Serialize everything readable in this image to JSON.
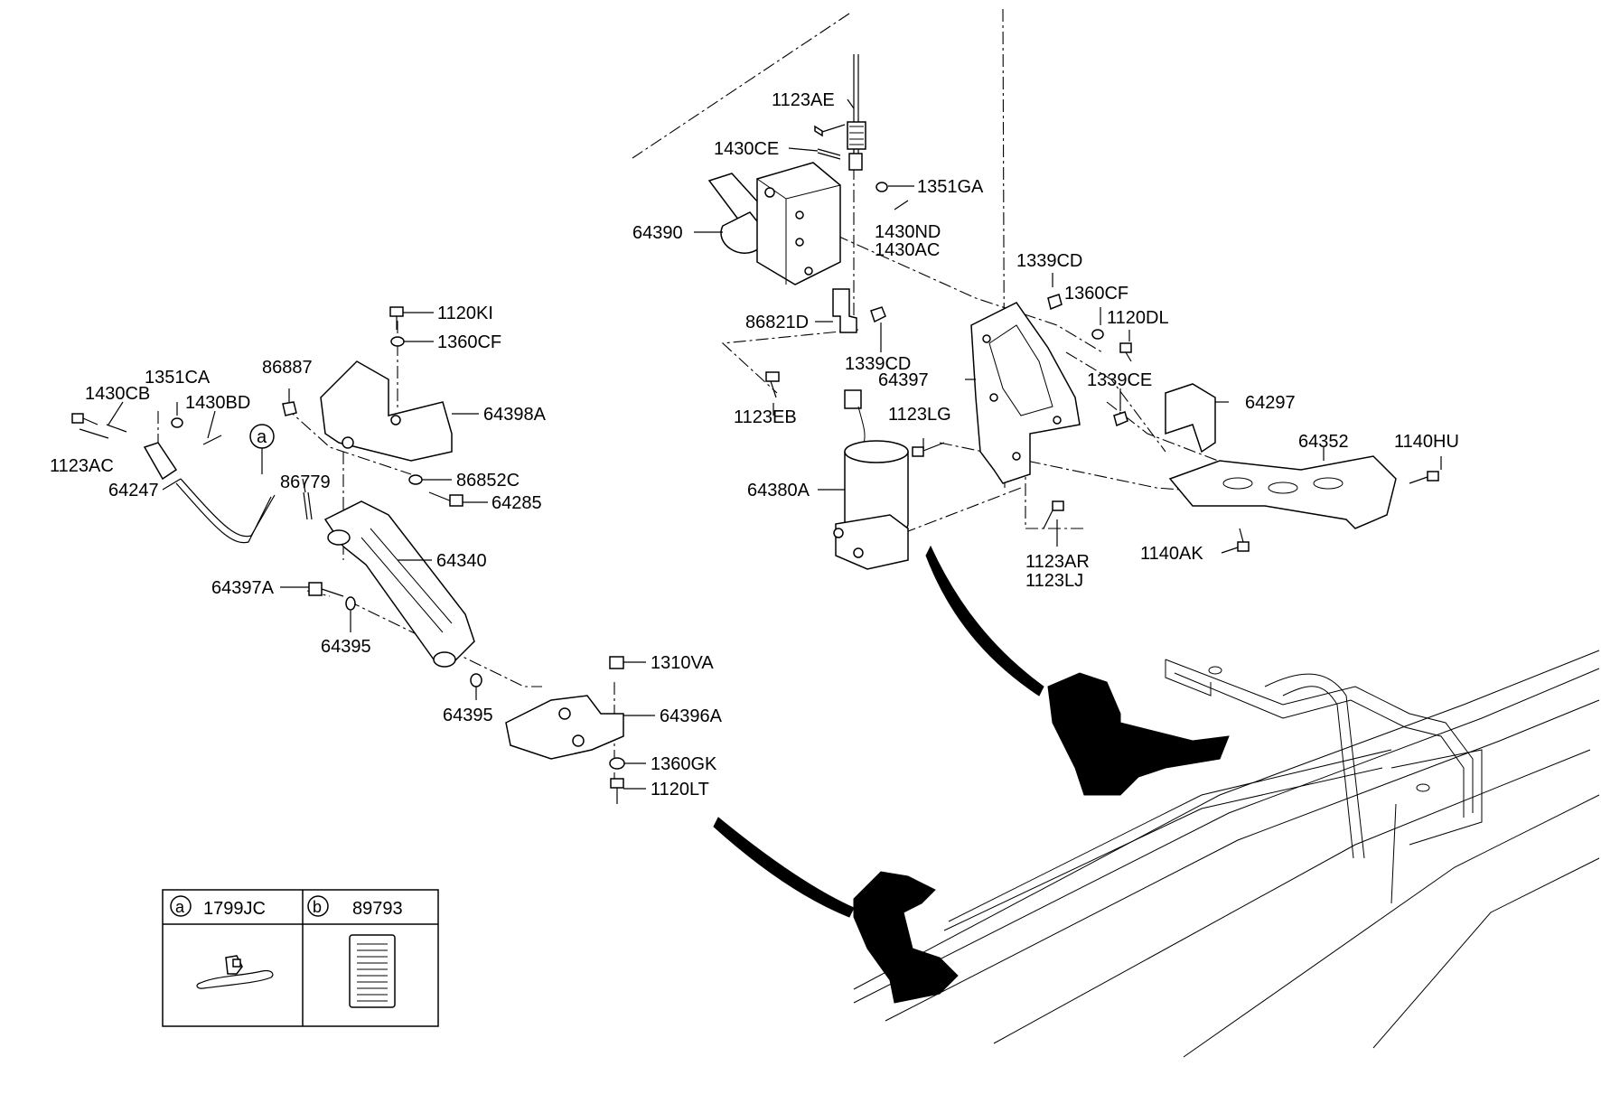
{
  "part_labels": [
    "1123AE",
    "1430CE",
    "1351GA",
    "1430ND",
    "1430AC",
    "64390",
    "1339CD",
    "1360CF",
    "1120DL",
    "86821D",
    "1339CD",
    "64397",
    "1339CE",
    "64297",
    "1123EB",
    "1123LG",
    "64352",
    "1140HU",
    "64380A",
    "1123AR",
    "1123LJ",
    "1140AK",
    "1120KI",
    "1360CF",
    "86887",
    "64398A",
    "1351CA",
    "1430CB",
    "1430BD",
    "1123AC",
    "a",
    "64247",
    "86779",
    "86852C",
    "64285",
    "64340",
    "64397A",
    "64395",
    "64395",
    "1310VA",
    "64396A",
    "1360GK",
    "1120LT"
  ],
  "legend": {
    "cells": [
      {
        "circle": "a",
        "part": "1799JC"
      },
      {
        "circle": "b",
        "part": "89793"
      }
    ]
  }
}
